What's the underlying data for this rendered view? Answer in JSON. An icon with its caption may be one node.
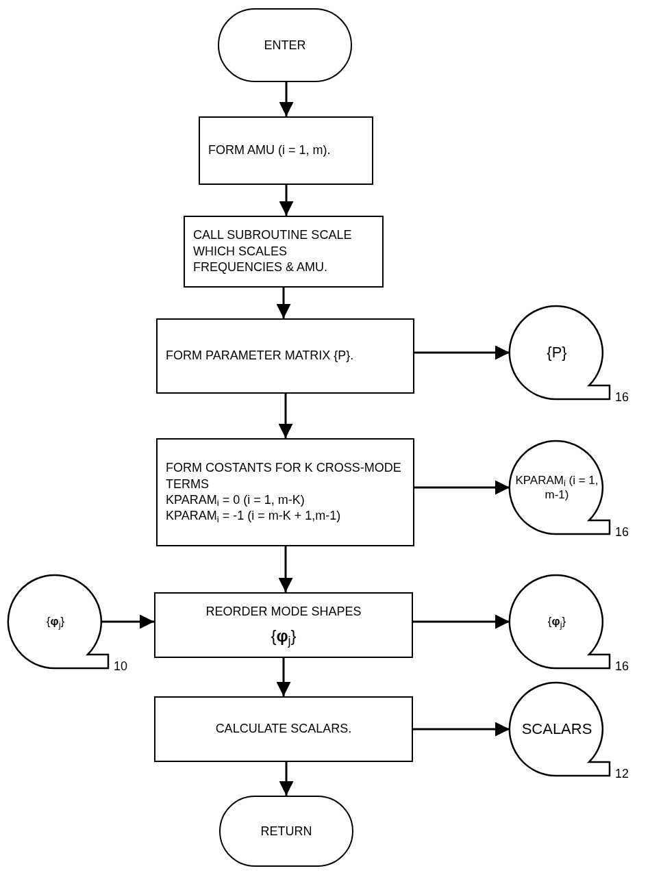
{
  "diagram": {
    "nodes": [
      {
        "text": [
          "ENTER"
        ]
      },
      {
        "text": [
          "FORM AMU (i = 1, m)."
        ]
      },
      {
        "text": [
          "CALL SUBROUTINE SCALE WHICH SCALES FREQUENCIES & AMU."
        ]
      },
      {
        "text": [
          "FORM PARAMETER MATRIX {P}."
        ]
      },
      {
        "text": [
          "{P}"
        ],
        "beside": [
          "16"
        ]
      },
      {
        "text": [
          "FORM COSTANTS FOR K CROSS-MODE TERMS",
          "KPARAM$_{i}$ = 0 (i = 1, m-K)",
          "KPARAM$_{i}$ = -1 (i = m-K + 1,m-1)"
        ]
      },
      {
        "text": [
          "KPARAM$_{i}$ (i = 1, m-1)"
        ],
        "beside": [
          "16"
        ]
      },
      {
        "text": [
          "{**φ**$_{j}$}"
        ],
        "beside": [
          "10"
        ]
      },
      {
        "text": [
          "REORDER MODE SHAPES",
          "{**φ**$_{j}$}"
        ]
      },
      {
        "text": [
          "{**φ**$_{j}$}"
        ],
        "beside": [
          "16"
        ]
      },
      {
        "text": [
          "CALCULATE SCALARS."
        ]
      },
      {
        "text": [
          "SCALARS"
        ],
        "beside": [
          "12"
        ]
      },
      {
        "text": [
          "RETURN"
        ]
      }
    ],
    "edges": [
      {
        "from": 0,
        "to": 1,
        "arrow": "to"
      },
      {
        "from": 1,
        "to": 2,
        "arrow": "to"
      },
      {
        "from": 2,
        "to": 3,
        "arrow": "to"
      },
      {
        "from": 3,
        "to": 4,
        "arrow": "to"
      },
      {
        "from": 3,
        "to": 5,
        "arrow": "to"
      },
      {
        "from": 5,
        "to": 6,
        "arrow": "to"
      },
      {
        "from": 5,
        "to": 8,
        "arrow": "to"
      },
      {
        "from": 7,
        "to": 8,
        "arrow": "to"
      },
      {
        "from": 8,
        "to": 9,
        "arrow": "to"
      },
      {
        "from": 8,
        "to": 10,
        "arrow": "to"
      },
      {
        "from": 10,
        "to": 11,
        "arrow": "to"
      },
      {
        "from": 10,
        "to": 12,
        "arrow": "to"
      }
    ]
  }
}
